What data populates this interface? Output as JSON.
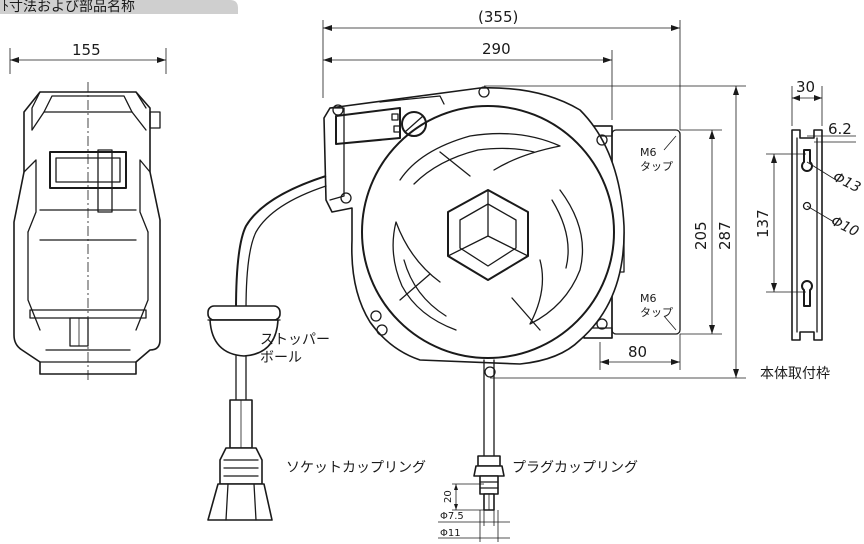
{
  "header": {
    "title_partial": "ﾄ寸法および部品名称"
  },
  "dimensions": {
    "front_width": "155",
    "overall_width": "(355)",
    "body_width": "290",
    "mount_depth": "80",
    "bracket_hole_pitch": "205",
    "body_height": "287",
    "frame_width": "30",
    "frame_edge": "6.2",
    "frame_hole_pitch": "137",
    "hole_large": "Φ13",
    "hole_small": "Φ10",
    "coupling_length": "20",
    "coupling_inner": "Φ7.5",
    "coupling_outer": "Φ11"
  },
  "labels": {
    "m6_tap_top_1": "M6",
    "m6_tap_top_2": "タップ",
    "m6_tap_bottom_1": "M6",
    "m6_tap_bottom_2": "タップ",
    "stopper_ball_1": "ストッパー",
    "stopper_ball_2": "ボール",
    "socket_coupling": "ソケットカップリング",
    "plug_coupling": "プラグカップリング",
    "mount_frame": "本体取付枠"
  },
  "colors": {
    "line": "#1a1a1a",
    "header_bg": "#cfcfcf",
    "background": "#ffffff"
  }
}
